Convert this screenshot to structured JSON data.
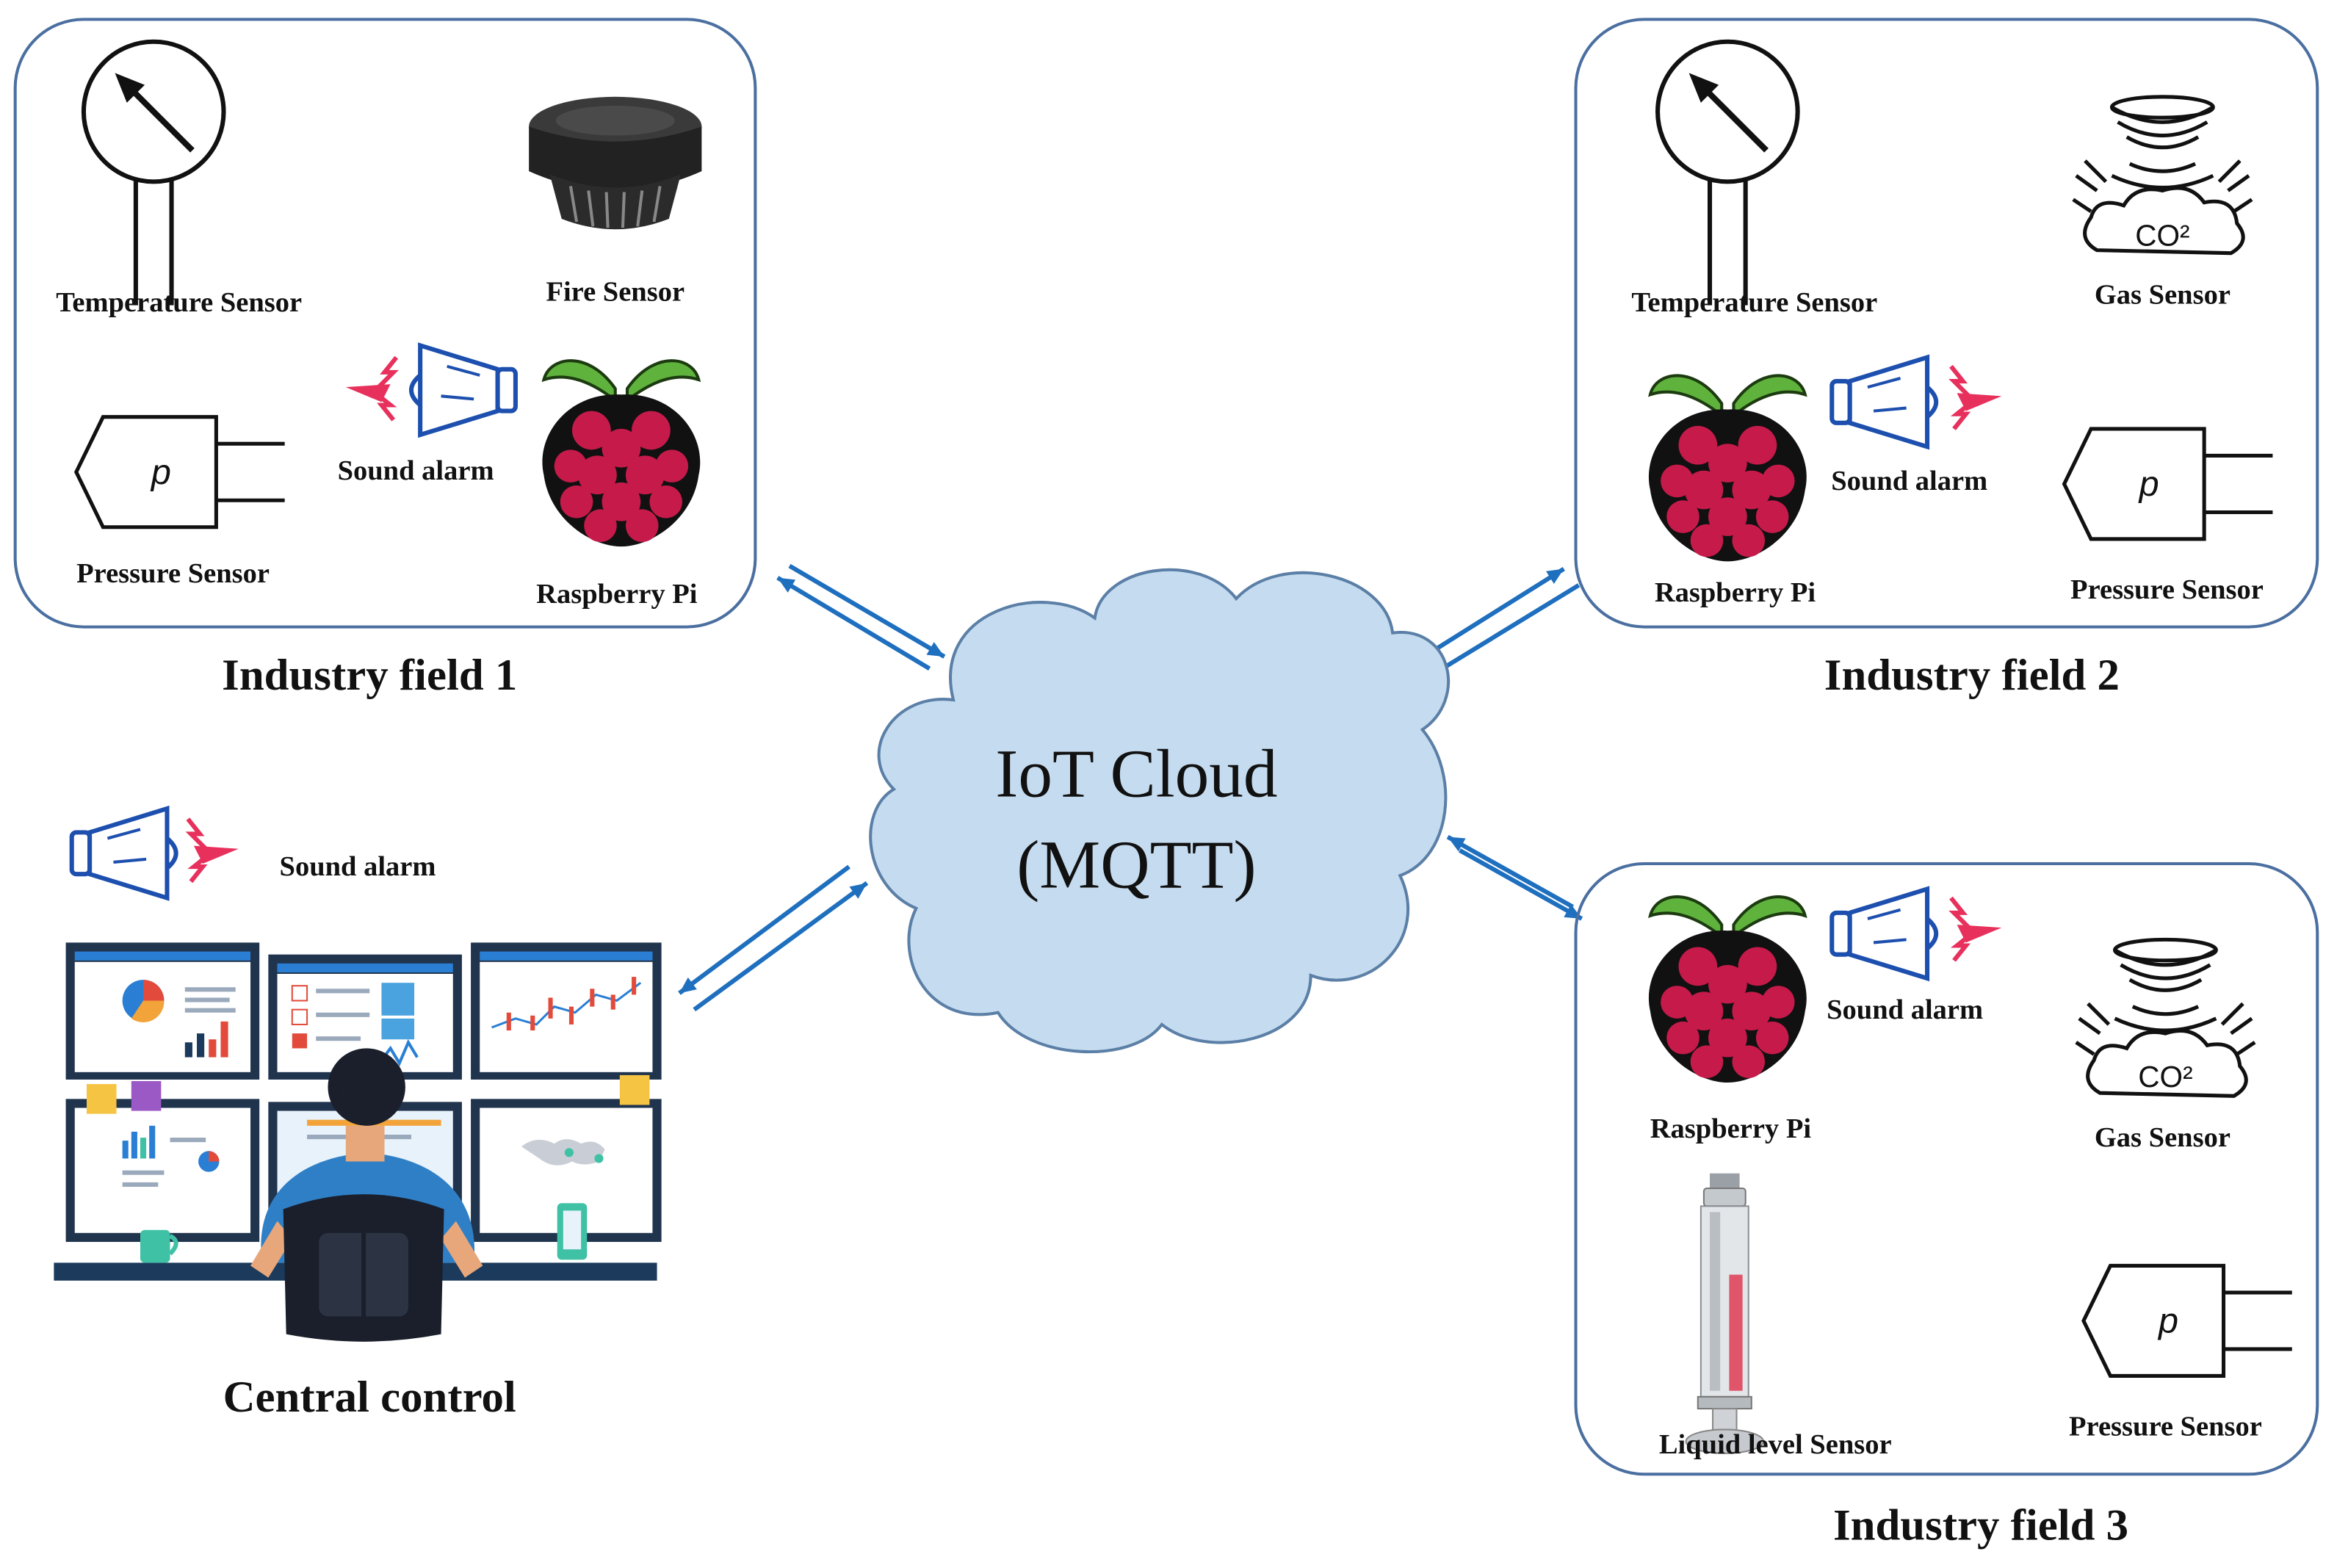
{
  "diagram": {
    "cloud": {
      "line1": "IoT Cloud",
      "line2": "(MQTT)",
      "fill": "#c5dcf0",
      "stroke": "#5b7fa6"
    },
    "connector_color": "#1f6fbf",
    "box_stroke": "#4a6fa0",
    "field1": {
      "caption": "Industry field 1",
      "temperature_label": "Temperature Sensor",
      "fire_label": "Fire Sensor",
      "alarm_label": "Sound alarm",
      "pressure_label": "Pressure Sensor",
      "pressure_symbol": "p",
      "pi_label": "Raspberry Pi"
    },
    "field2": {
      "caption": "Industry field 2",
      "temperature_label": "Temperature Sensor",
      "gas_label": "Gas Sensor",
      "gas_symbol": "CO²",
      "pi_label": "Raspberry Pi",
      "alarm_label": "Sound alarm",
      "pressure_label": "Pressure Sensor",
      "pressure_symbol": "p"
    },
    "field3": {
      "caption": "Industry field 3",
      "pi_label": "Raspberry Pi",
      "alarm_label": "Sound alarm",
      "gas_label": "Gas Sensor",
      "gas_symbol": "CO²",
      "liquid_label": "Liquid level Sensor",
      "pressure_label": "Pressure Sensor",
      "pressure_symbol": "p"
    },
    "central": {
      "caption": "Central control",
      "alarm_label": "Sound alarm"
    }
  }
}
